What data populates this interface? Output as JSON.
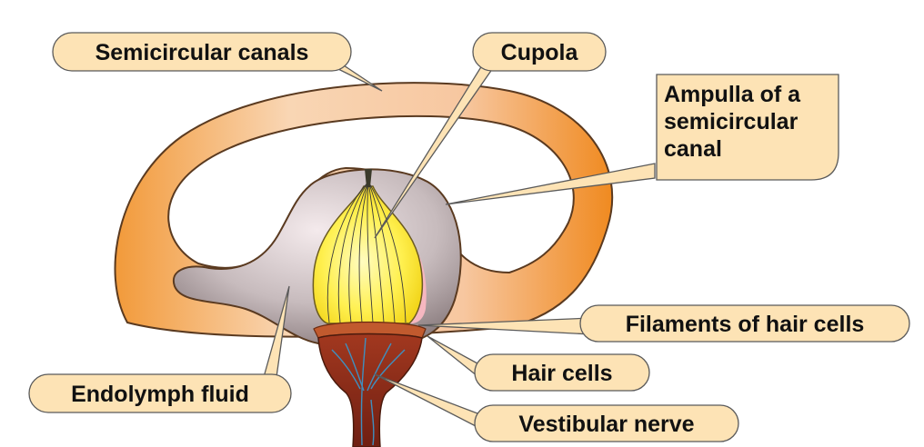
{
  "labels": {
    "semicircular_canals": "Semicircular canals",
    "cupola": "Cupola",
    "ampulla_line1": "Ampulla of a",
    "ampulla_line2": "semicircular",
    "ampulla_line3": "canal",
    "filaments": "Filaments of hair cells",
    "hair_cells": "Hair cells",
    "endolymph": "Endolymph fluid",
    "vestibular_nerve": "Vestibular nerve"
  },
  "colors": {
    "label_fill": "#fde3b5",
    "label_stroke": "#5a5a5a",
    "canal_orange": "#f0952f",
    "canal_light": "#f7c9a0",
    "cupola_yellow": "#fff35a",
    "fluid_gray": "#b9aeb0",
    "nerve_red": "#8b2a1a",
    "nerve_blue": "#3f8fbf"
  }
}
